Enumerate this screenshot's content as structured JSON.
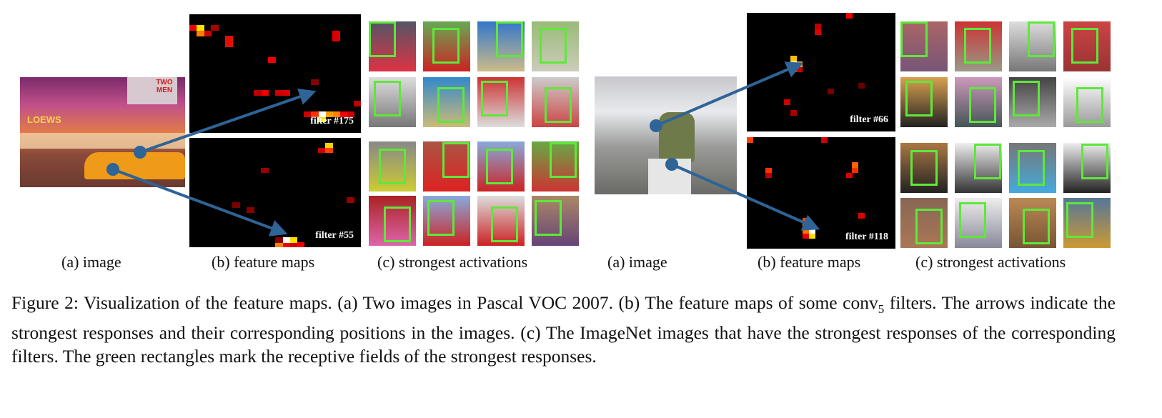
{
  "figure": {
    "left": {
      "subcaptions": [
        "(a) image",
        "(b) feature maps",
        "(c) strongest activations"
      ],
      "filters": [
        "filter #175",
        "filter #55"
      ]
    },
    "right": {
      "subcaptions": [
        "(a) image",
        "(b) feature maps",
        "(c) strongest activations"
      ],
      "filters": [
        "filter #66",
        "filter #118"
      ]
    },
    "image_signage": [
      "LOEWS",
      "TWO MEN"
    ],
    "arrow_color": "#2e6496",
    "box_color": "#5ee83a"
  },
  "caption": {
    "label": "Figure 2:",
    "text": "Visualization of the feature maps. (a) Two images in Pascal VOC 2007. (b) The feature maps of some conv",
    "subscript": "5",
    "text2": " filters. The arrows indicate the strongest responses and their corresponding positions in the images. (c) The ImageNet images that have the strongest responses of the corresponding filters. The green rectangles mark the receptive fields of the strongest responses."
  }
}
